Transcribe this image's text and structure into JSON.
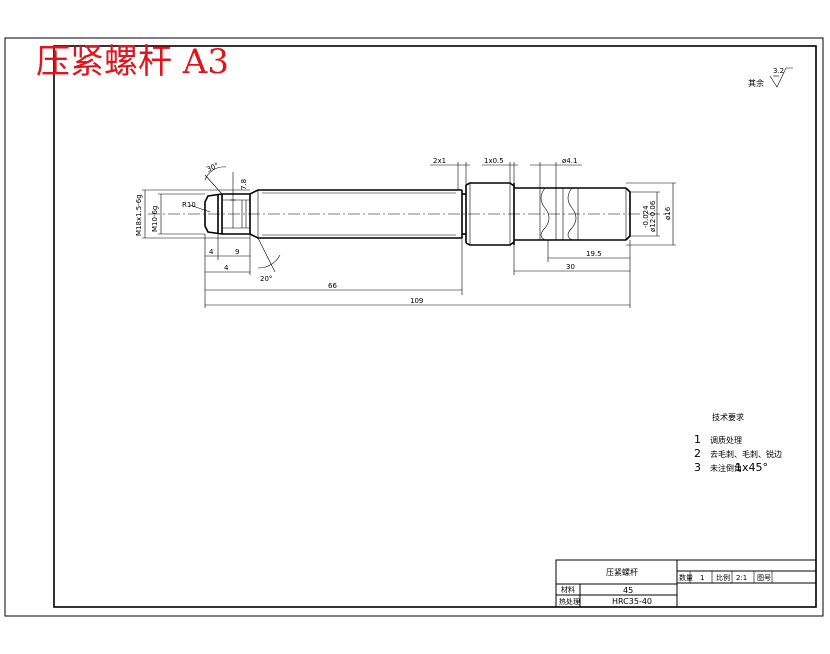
{
  "title_overlay": "压紧螺杆 A3",
  "roughness": {
    "prefix": "其余",
    "value": "3.2"
  },
  "dims": {
    "angle_top": "30°",
    "angle_bottom": "20°",
    "radius": "R10",
    "thread_outer": "M18x1.5-6g",
    "thread_inner": "M10-6g",
    "h_78": "7.8",
    "w_4": "4",
    "w_9": "9",
    "w_bottom_small": "4",
    "len_66": "66",
    "len_109": "109",
    "chamfer_2x1": "2x1",
    "chamfer_1x05": "1x0.5",
    "hole_41": "ø4.1",
    "d_12": "ø12-0.06",
    "d_12_dev": "-0.024",
    "d_16": "ø16",
    "len_195": "19.5",
    "len_30": "30"
  },
  "tech_requirements": {
    "heading": "技术要求",
    "items": [
      {
        "num": "1",
        "text": "调质处理"
      },
      {
        "num": "2",
        "text": "去毛刺、毛刺、锐边"
      },
      {
        "num": "3",
        "text": "未注倒角",
        "suffix": "1x45°"
      }
    ]
  },
  "title_block": {
    "part_name": "压紧螺杆",
    "material_label": "材料",
    "material_value": "45",
    "heat_label": "热处理",
    "heat_value": "HRC35-40",
    "qty_label": "数量",
    "qty_value": "1",
    "scale_label": "比例",
    "scale_value": "2:1",
    "sheet_label": "图号"
  }
}
